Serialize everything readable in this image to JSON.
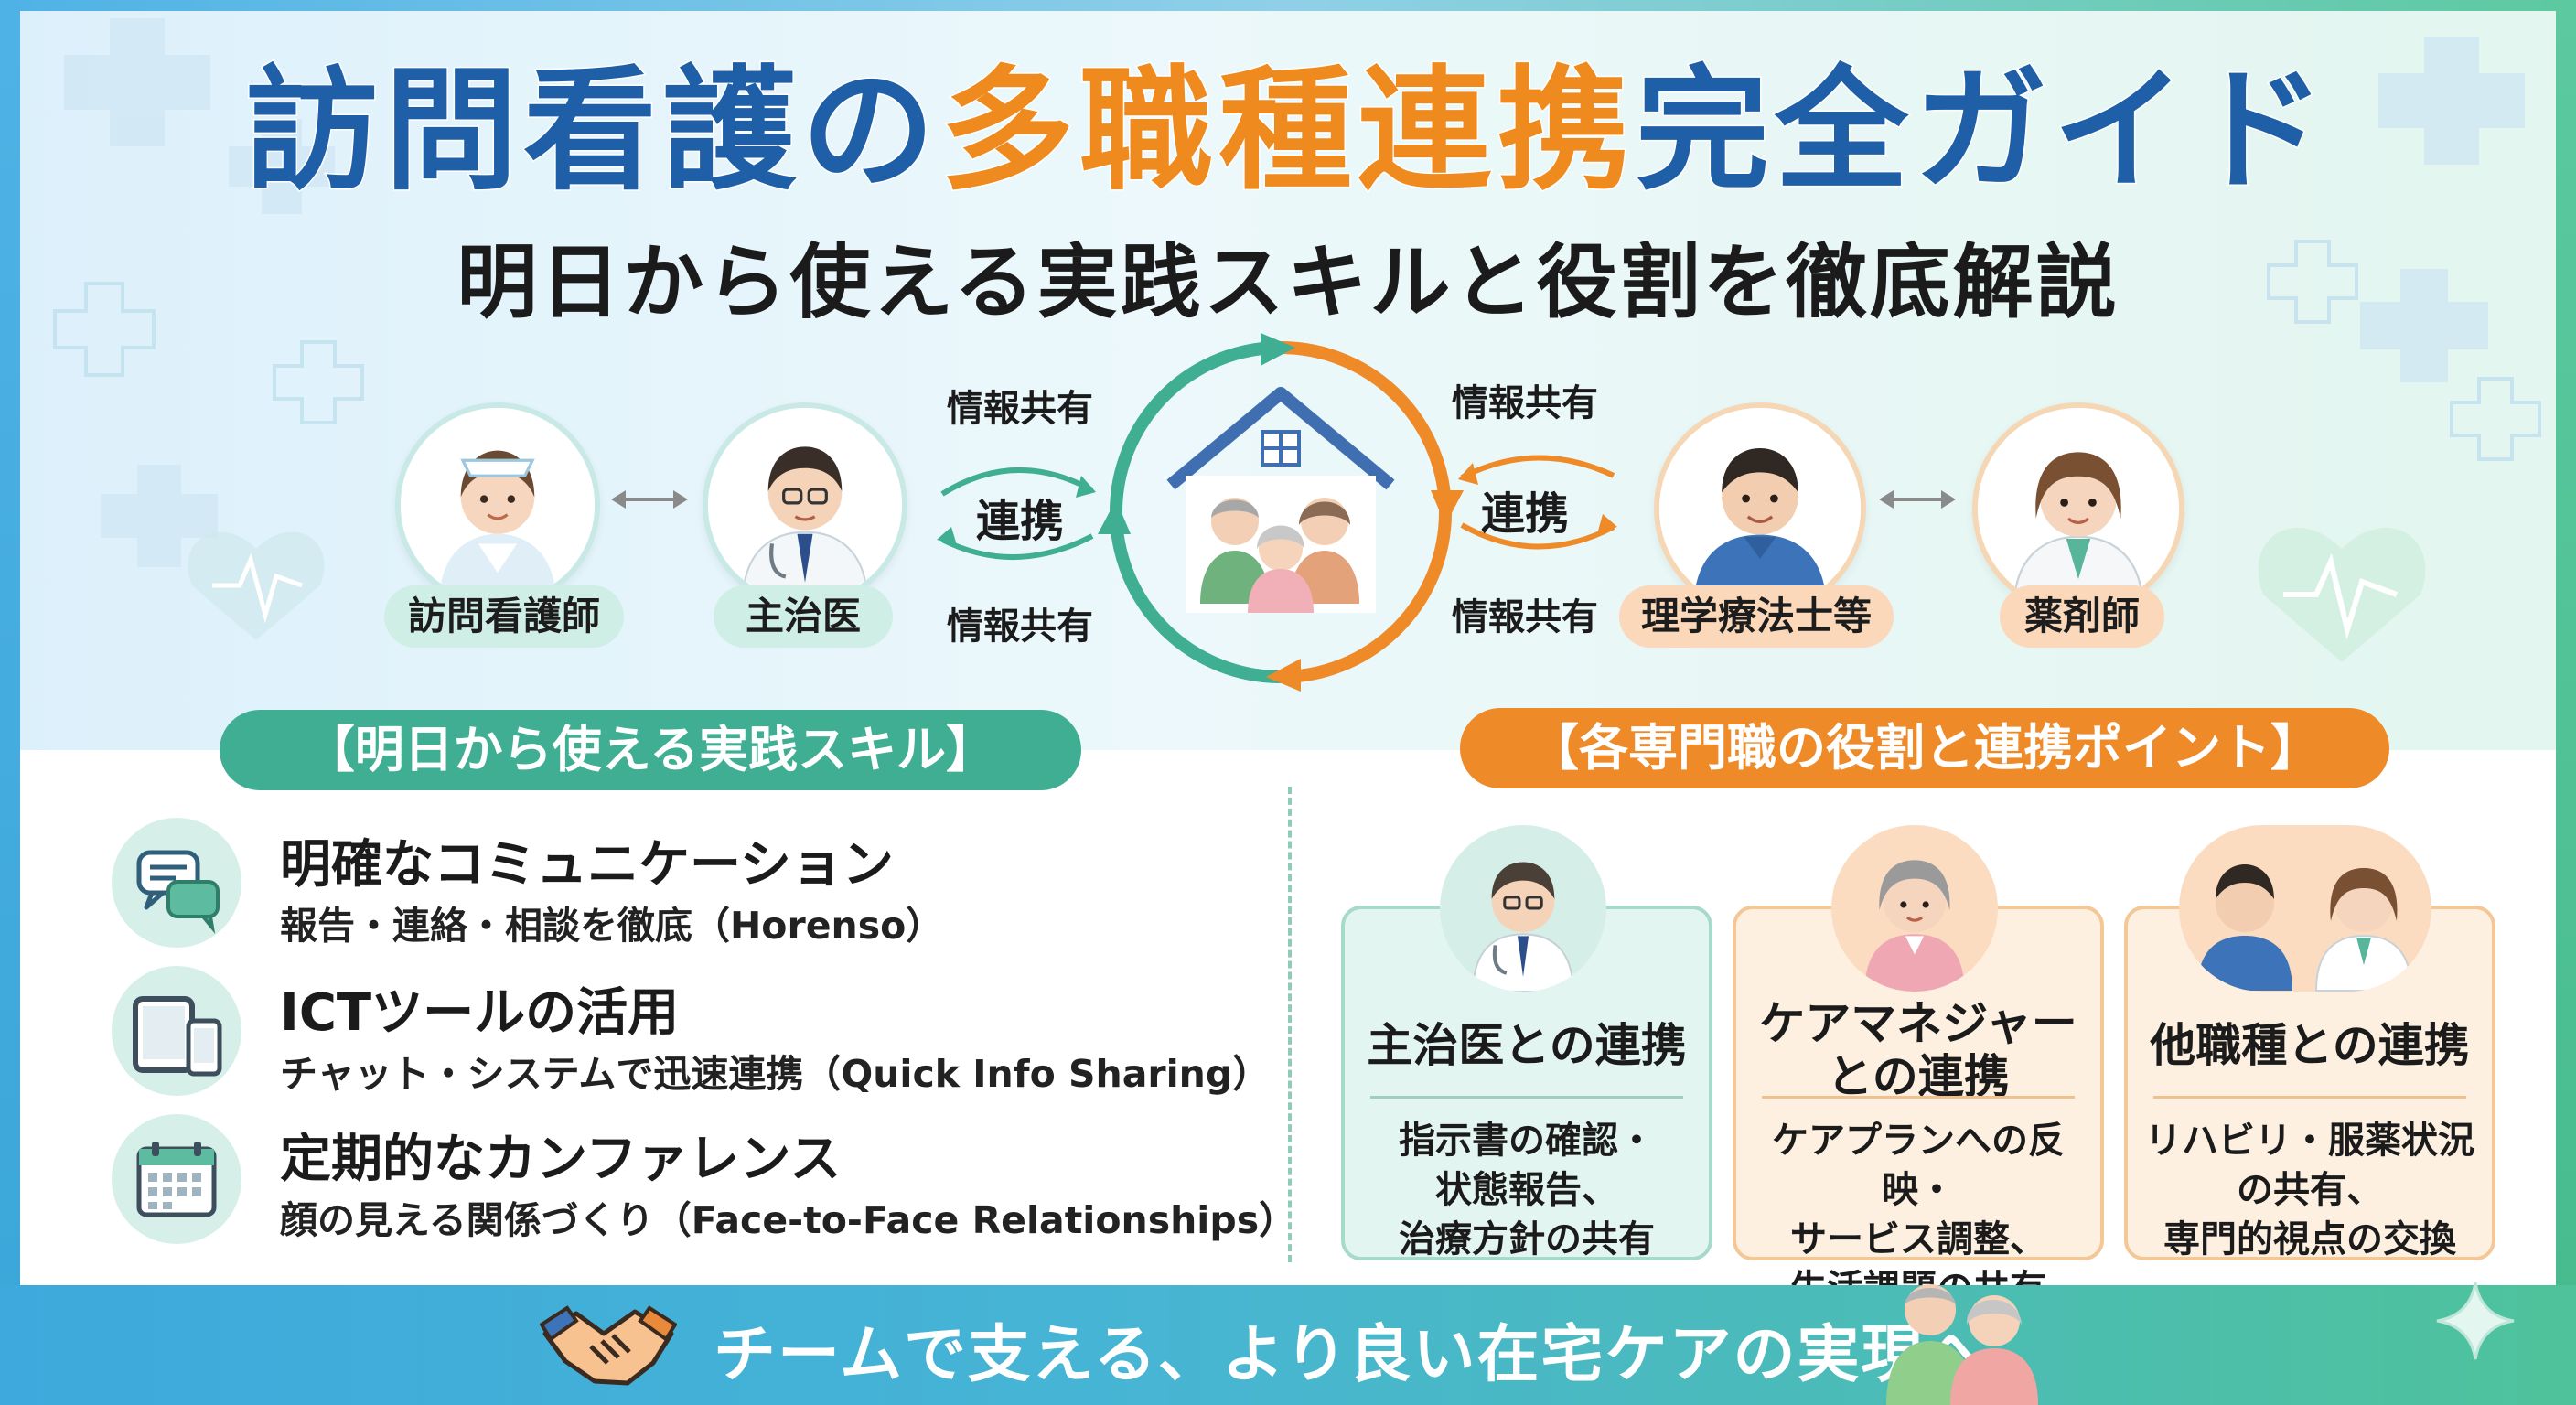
{
  "title": {
    "part1": "訪問看護の",
    "part2": "多職種連携",
    "part3": "完全ガイド"
  },
  "subtitle": "明日から使える実践スキルと役割を徹底解説",
  "diagram": {
    "roles": [
      {
        "label": "訪問看護師"
      },
      {
        "label": "主治医"
      },
      {
        "label": "理学療法士等"
      },
      {
        "label": "薬剤師"
      }
    ],
    "left_flow": {
      "top": "情報共有",
      "middle": "連携",
      "bottom": "情報共有"
    },
    "right_flow": {
      "top": "情報共有",
      "middle": "連携",
      "bottom": "情報共有"
    }
  },
  "skills_section": {
    "heading": "【明日から使える実践スキル】",
    "items": [
      {
        "title": "明確なコミュニケーション",
        "desc": "報告・連絡・相談を徹底（Horenso）",
        "icon": "chat-bubbles-icon"
      },
      {
        "title": "ICTツールの活用",
        "desc": "チャット・システムで迅速連携（Quick Info Sharing）",
        "icon": "tablet-phone-icon"
      },
      {
        "title": "定期的なカンファレンス",
        "desc": "顔の見える関係づくり（Face-to-Face Relationships）",
        "icon": "calendar-icon"
      }
    ]
  },
  "roles_section": {
    "heading": "【各専門職の役割と連携ポイント】",
    "cards": [
      {
        "title": "主治医との連携",
        "body": [
          "指示書の確認・",
          "状態報告、",
          "治療方針の共有"
        ]
      },
      {
        "title_lines": [
          "ケアマネジャー",
          "との連携"
        ],
        "body": [
          "ケアプランへの反映・",
          "サービス調整、",
          "生活課題の共有"
        ]
      },
      {
        "title": "他職種との連携",
        "body": [
          "リハビリ・服薬状況",
          "の共有、",
          "専門的視点の交換"
        ]
      }
    ]
  },
  "footer": {
    "text": "チームで支える、より良い在宅ケアの実現へ。",
    "icon": "handshake-icon"
  },
  "colors": {
    "title_blue": "#1f5fa8",
    "title_orange": "#ee8a1e",
    "accent_green": "#3fae92",
    "accent_orange": "#ee8a28",
    "footer_start": "#3da9dd",
    "footer_end": "#4fc29b"
  }
}
